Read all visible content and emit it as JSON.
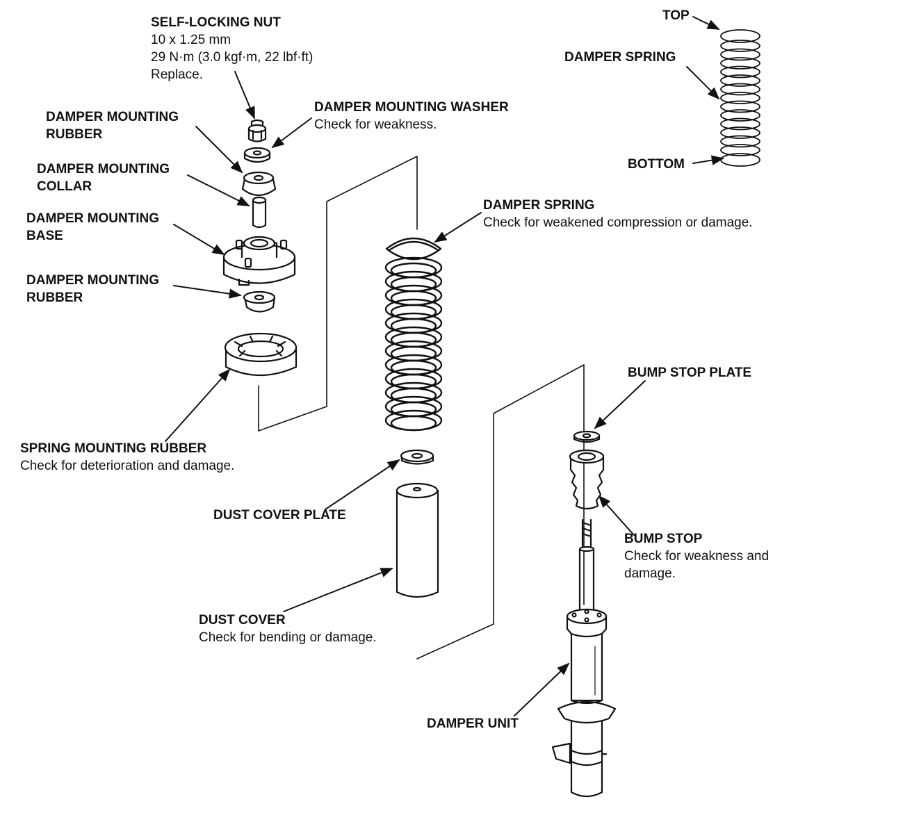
{
  "colors": {
    "ink": "#111111",
    "paper": "#ffffff"
  },
  "labels": {
    "nut_title": "SELF-LOCKING NUT",
    "nut_size": "10 x 1.25 mm",
    "nut_torque": "29 N·m (3.0 kgf·m, 22 lbf·ft)",
    "nut_note": "Replace.",
    "washer_title": "DAMPER MOUNTING WASHER",
    "washer_note": "Check for weakness.",
    "rubber_upper_1": "DAMPER MOUNTING",
    "rubber_upper_2": "RUBBER",
    "collar_1": "DAMPER MOUNTING",
    "collar_2": "COLLAR",
    "base_1": "DAMPER MOUNTING",
    "base_2": "BASE",
    "rubber_lower_1": "DAMPER MOUNTING",
    "rubber_lower_2": "RUBBER",
    "spring_rubber_title": "SPRING MOUNTING RUBBER",
    "spring_rubber_note": "Check for deterioration and damage.",
    "spring_title": "DAMPER SPRING",
    "spring_note": "Check for weakened compression or damage.",
    "inset_top": "TOP",
    "inset_spring": "DAMPER SPRING",
    "inset_bottom": "BOTTOM",
    "dust_plate": "DUST COVER PLATE",
    "dust_cover_title": "DUST COVER",
    "dust_cover_note": "Check for bending or damage.",
    "bump_plate": "BUMP STOP PLATE",
    "bump_stop_title": "BUMP STOP",
    "bump_stop_note_1": "Check for weakness and",
    "bump_stop_note_2": "damage.",
    "damper_unit": "DAMPER UNIT"
  }
}
